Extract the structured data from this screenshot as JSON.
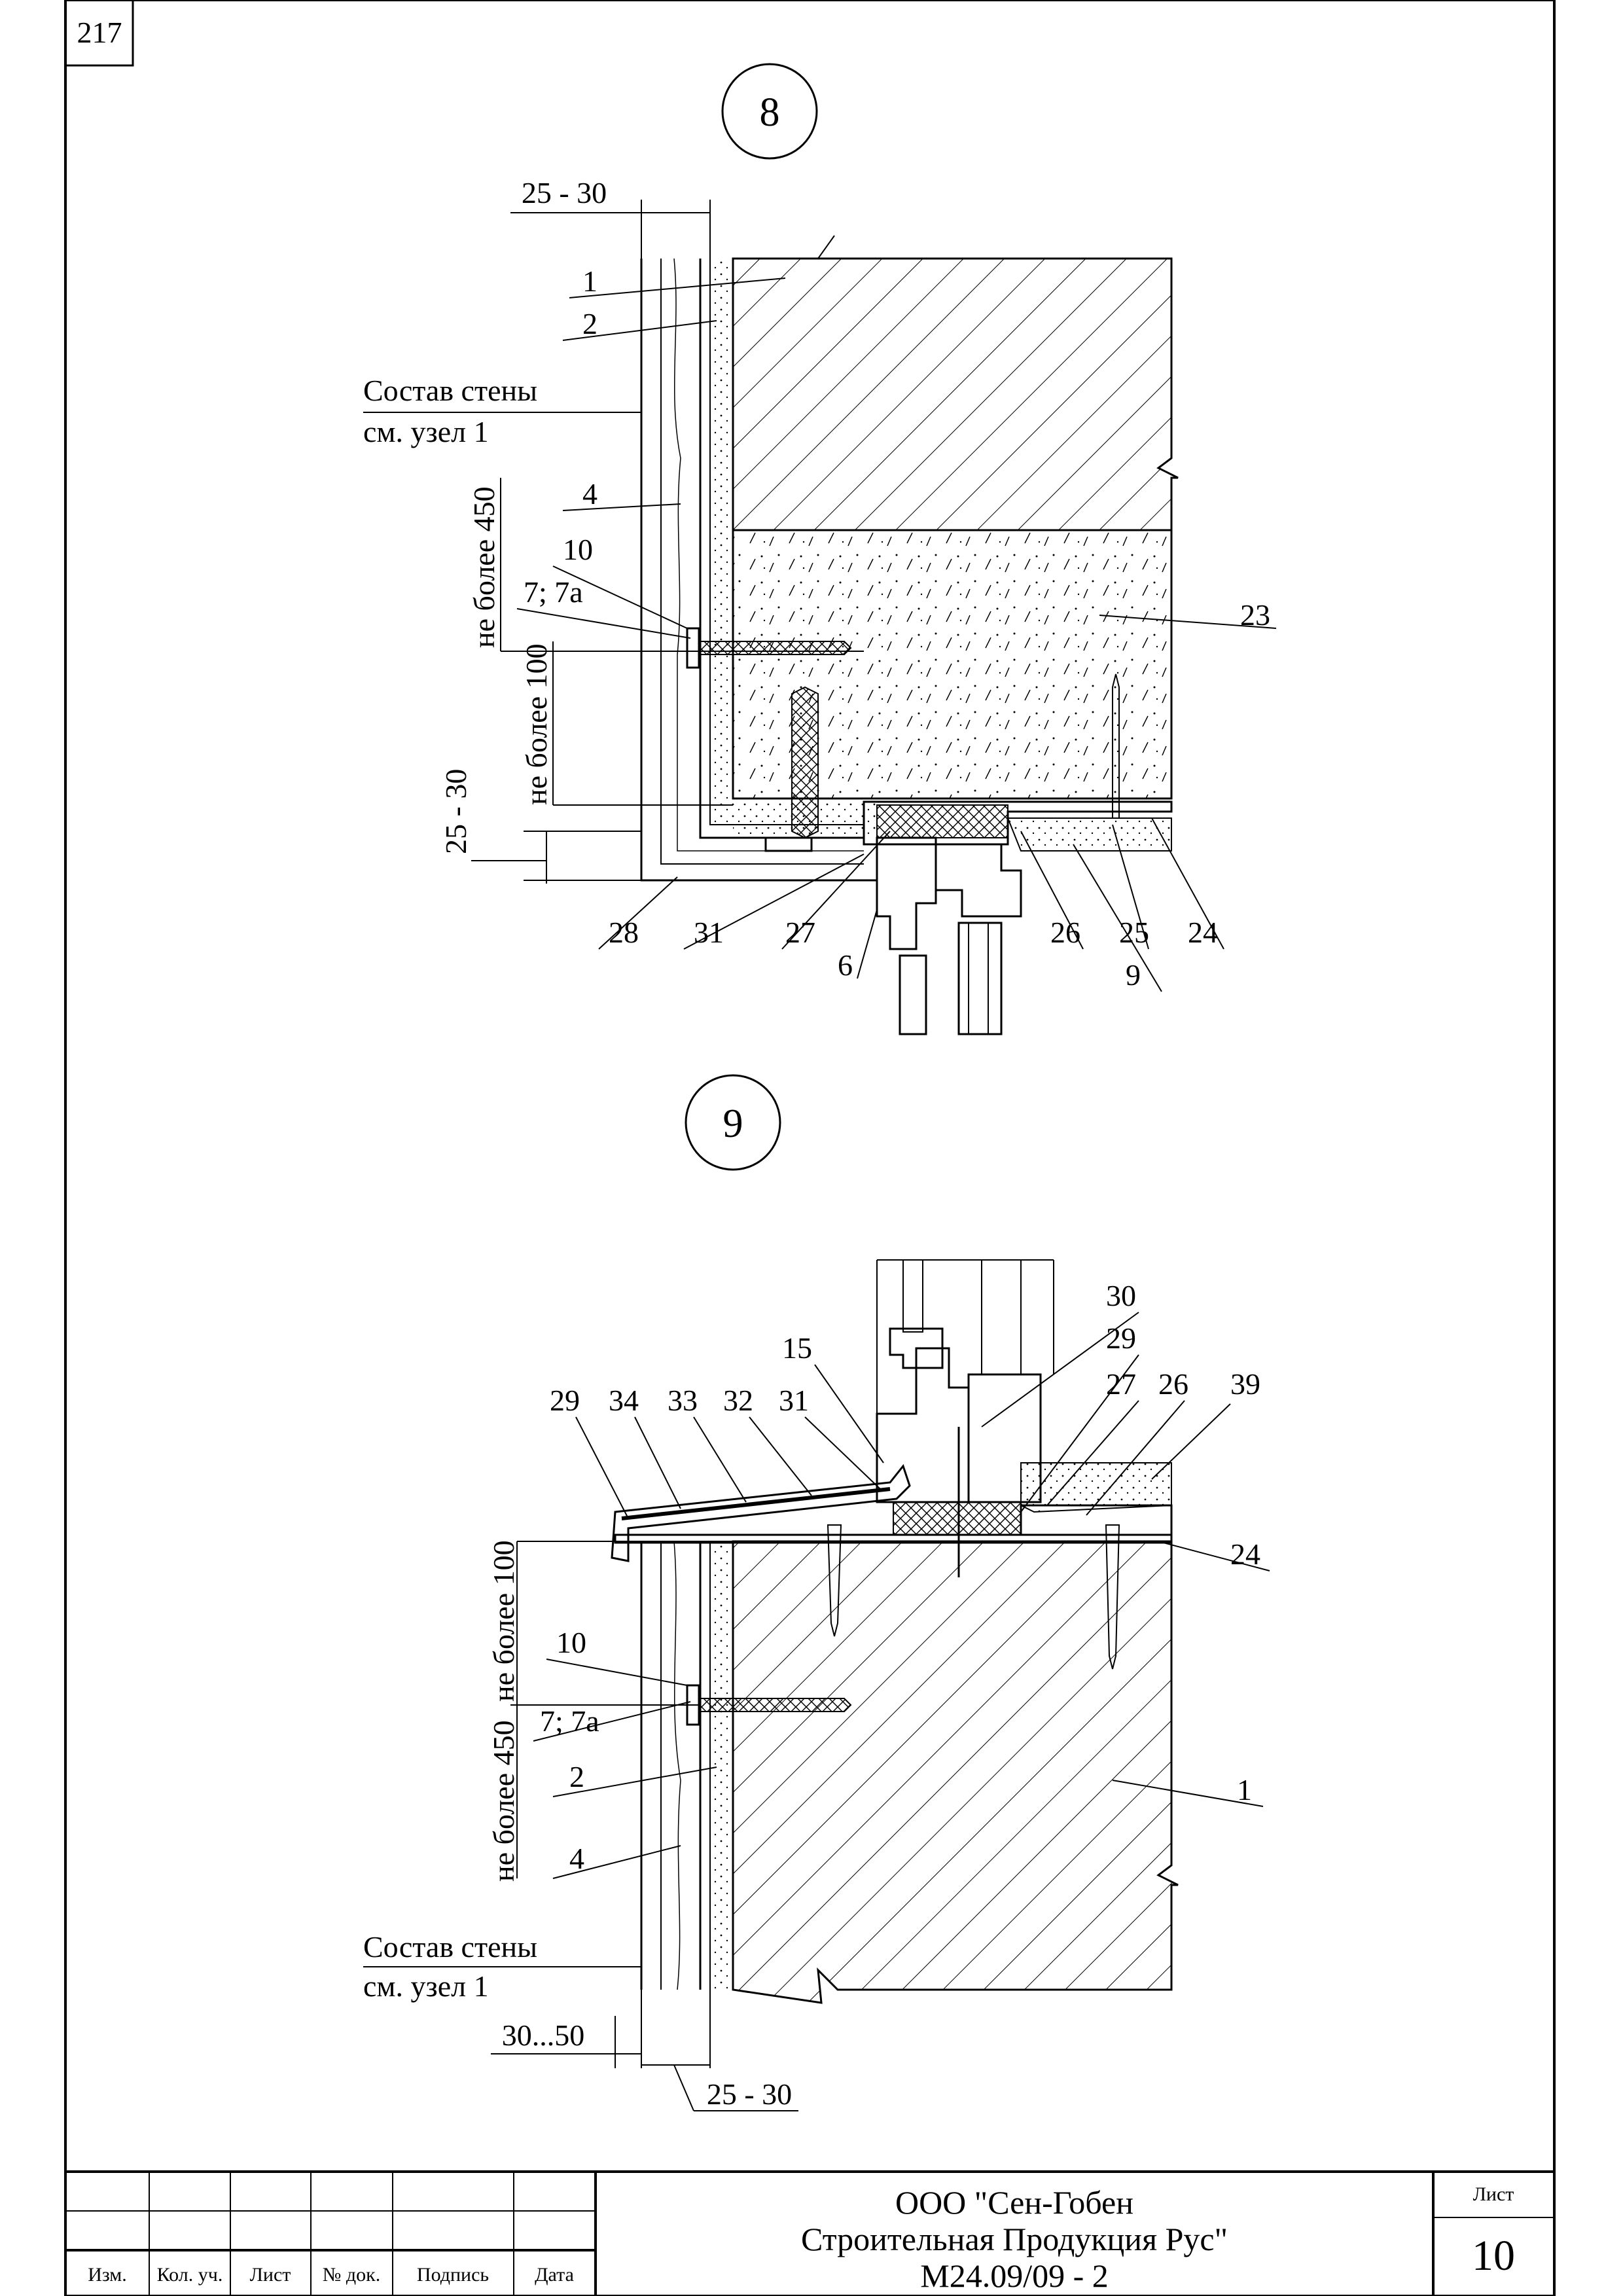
{
  "page": {
    "number": "217"
  },
  "detail_8": {
    "marker": "8",
    "dims": {
      "top": "25 - 30",
      "side": "25 - 30",
      "max450": "не более 450",
      "max100": "не более 100"
    },
    "wall_note": [
      "Состав стены",
      "см. узел 1"
    ],
    "labels": {
      "l1": "1",
      "l2": "2",
      "l4": "4",
      "l10": "10",
      "l7": "7; 7а",
      "l23": "23",
      "l28": "28",
      "l31": "31",
      "l27": "27",
      "l6": "6",
      "l26": "26",
      "l25": "25",
      "l24": "24",
      "l9": "9"
    }
  },
  "detail_9": {
    "marker": "9",
    "dims": {
      "bottom1": "30...50",
      "bottom2": "25 - 30",
      "max100": "не более 100",
      "max450": "не более 450"
    },
    "wall_note": [
      "Состав стены",
      "см. узел 1"
    ],
    "labels": {
      "l30": "30",
      "l29a": "29",
      "l15": "15",
      "l27": "27",
      "l26": "26",
      "l39": "39",
      "l29b": "29",
      "l34": "34",
      "l33": "33",
      "l32": "32",
      "l31": "31",
      "l24": "24",
      "l10": "10",
      "l7": "7; 7а",
      "l2": "2",
      "l4": "4",
      "l1": "1"
    }
  },
  "title_block": {
    "headers": [
      "Изм.",
      "Кол. уч.",
      "Лист",
      "№ док.",
      "Подпись",
      "Дата"
    ],
    "company_line1": "ООО \"Сен-Гобен",
    "company_line2": "Строительная Продукция Рус\"",
    "code": "М24.09/09 - 2",
    "sheet_label": "Лист",
    "sheet_number": "10"
  }
}
